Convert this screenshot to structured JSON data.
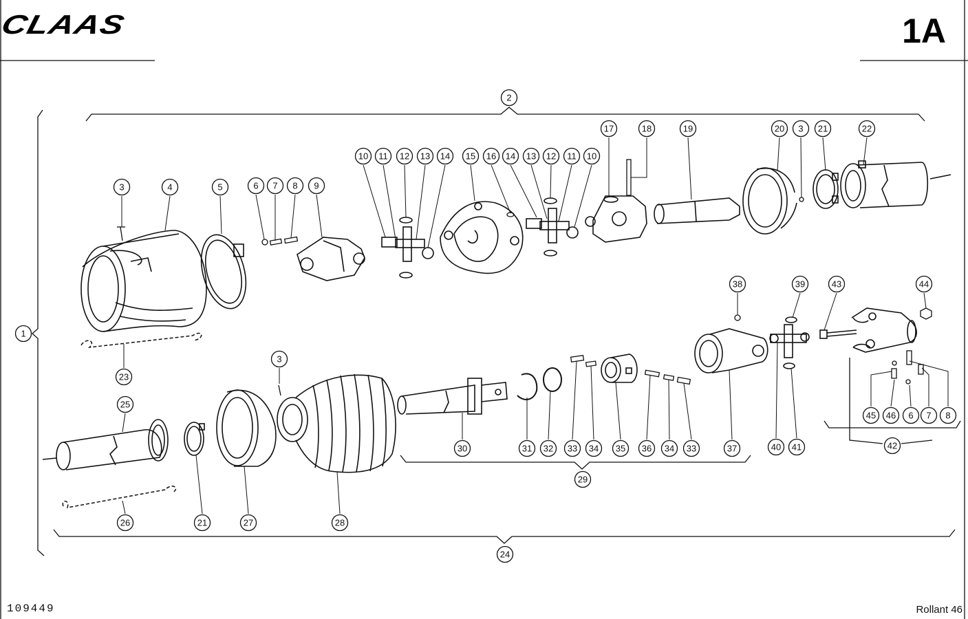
{
  "header": {
    "brand": "CLAAS",
    "page_number": "1A"
  },
  "footer": {
    "drawing_number": "109449",
    "model": "Rollant 46"
  },
  "callouts": [
    "1",
    "2",
    "3",
    "4",
    "5",
    "6",
    "7",
    "8",
    "9",
    "10",
    "11",
    "12",
    "13",
    "14",
    "15",
    "16",
    "14",
    "13",
    "12",
    "11",
    "10",
    "17",
    "18",
    "19",
    "20",
    "3",
    "21",
    "22",
    "23",
    "3",
    "25",
    "26",
    "21",
    "27",
    "28",
    "30",
    "31",
    "32",
    "33",
    "34",
    "35",
    "36",
    "34",
    "33",
    "37",
    "38",
    "39",
    "40",
    "41",
    "43",
    "44",
    "45",
    "46",
    "6",
    "7",
    "8",
    "42",
    "29",
    "24"
  ]
}
